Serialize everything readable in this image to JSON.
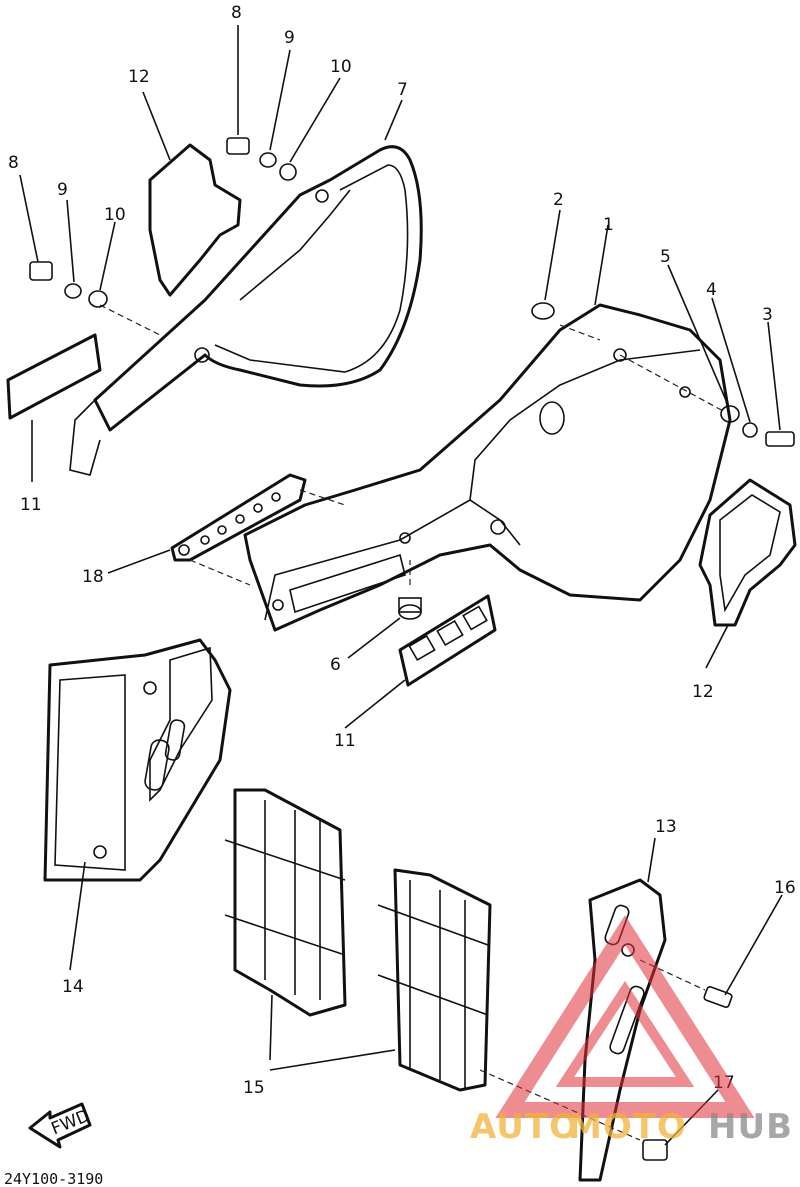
{
  "callouts": [
    {
      "id": "c8a",
      "label": "8"
    },
    {
      "id": "c9a",
      "label": "9"
    },
    {
      "id": "c10a",
      "label": "10"
    },
    {
      "id": "c7",
      "label": "7"
    },
    {
      "id": "c12a",
      "label": "12"
    },
    {
      "id": "c8b",
      "label": "8"
    },
    {
      "id": "c9b",
      "label": "9"
    },
    {
      "id": "c10b",
      "label": "10"
    },
    {
      "id": "c11a",
      "label": "11"
    },
    {
      "id": "c2",
      "label": "2"
    },
    {
      "id": "c1",
      "label": "1"
    },
    {
      "id": "c5",
      "label": "5"
    },
    {
      "id": "c4",
      "label": "4"
    },
    {
      "id": "c3",
      "label": "3"
    },
    {
      "id": "c18",
      "label": "18"
    },
    {
      "id": "c12b",
      "label": "12"
    },
    {
      "id": "c6",
      "label": "6"
    },
    {
      "id": "c11b",
      "label": "11"
    },
    {
      "id": "c13",
      "label": "13"
    },
    {
      "id": "c16",
      "label": "16"
    },
    {
      "id": "c14",
      "label": "14"
    },
    {
      "id": "c15",
      "label": "15"
    },
    {
      "id": "c17",
      "label": "17"
    }
  ],
  "direction_label": "FWD",
  "diagram_code": "24Y100-3190",
  "watermark": {
    "part1": "AUTO",
    "part2": "MOTO",
    "part3": "HUB",
    "colors": {
      "triangle": "#e0313a",
      "auto": "#f2b23a",
      "moto": "#f2b23a",
      "hub": "#8a8a8a"
    }
  }
}
